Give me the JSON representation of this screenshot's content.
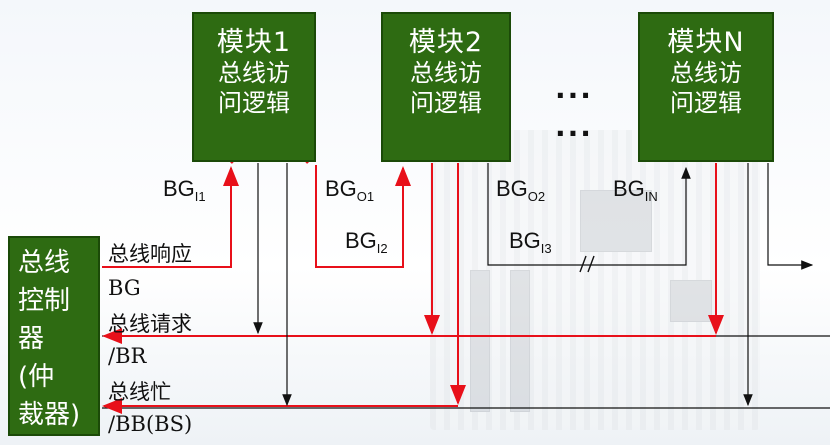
{
  "modules": [
    {
      "title": "模块1",
      "line1": "总线访",
      "line2": "问逻辑"
    },
    {
      "title": "模块2",
      "line1": "总线访",
      "line2": "问逻辑"
    },
    {
      "title": "模块N",
      "line1": "总线访",
      "line2": "问逻辑"
    }
  ],
  "controller": {
    "line1": "总线",
    "line2": "控制",
    "line3": "器",
    "line4": "(仲",
    "line5": "裁器)"
  },
  "ellipsis": [
    "...",
    "..."
  ],
  "signals": {
    "bg_i1": {
      "base": "BG",
      "sub": "I1"
    },
    "bg_o1": {
      "base": "BG",
      "sub": "O1"
    },
    "bg_i2": {
      "base": "BG",
      "sub": "I2"
    },
    "bg_o2": {
      "base": "BG",
      "sub": "O2"
    },
    "bg_i3": {
      "base": "BG",
      "sub": "I3"
    },
    "bg_in": {
      "base": "BG",
      "sub": "IN"
    }
  },
  "bus_lines": {
    "response_label": "总线响应",
    "response_signal": "BG",
    "request_label": "总线请求",
    "request_signal": "/BR",
    "busy_label": "总线忙",
    "busy_signal": "/BB(BS)"
  },
  "colors": {
    "module_fill": "#2e6b12",
    "daisy_chain": "#e8101a",
    "wire": "#111111"
  }
}
